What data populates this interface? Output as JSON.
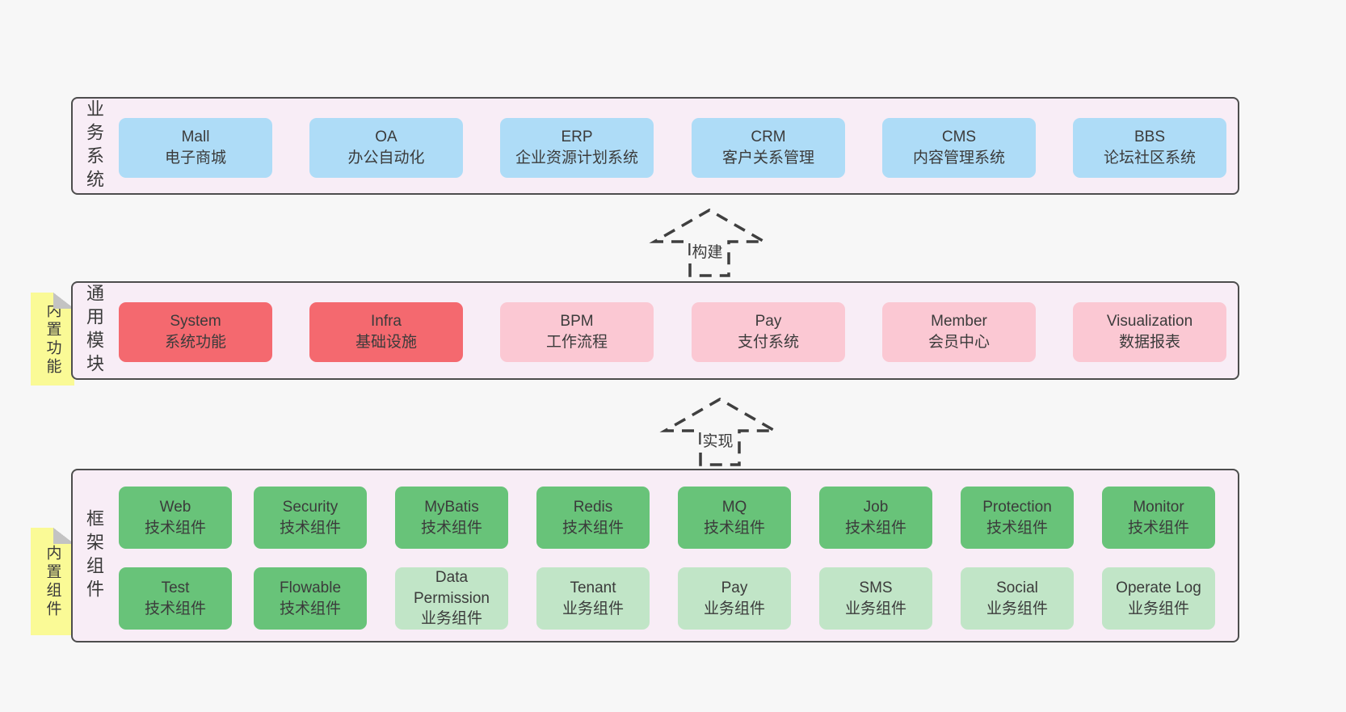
{
  "colors": {
    "page_background": "#f7f7f7",
    "container_background": "#f8edf6",
    "container_border": "#4d4d4d",
    "business_box": "#aedcf7",
    "core_module_box": "#f4696f",
    "optional_module_box": "#fbc8d3",
    "tech_component_box": "#68c379",
    "biz_component_box": "#c1e5c7",
    "sticky_note": "#fafa96",
    "arrow_stroke": "#3f3f3f"
  },
  "arrows": [
    {
      "label": "构建"
    },
    {
      "label": "实现"
    }
  ],
  "stickies": [
    {
      "label": "内置功能"
    },
    {
      "label": "内置组件"
    }
  ],
  "layers": [
    {
      "label": "业务系统",
      "boxes": [
        {
          "title": "Mall",
          "subtitle": "电子商城"
        },
        {
          "title": "OA",
          "subtitle": "办公自动化"
        },
        {
          "title": "ERP",
          "subtitle": "企业资源计划系统"
        },
        {
          "title": "CRM",
          "subtitle": "客户关系管理"
        },
        {
          "title": "CMS",
          "subtitle": "内容管理系统"
        },
        {
          "title": "BBS",
          "subtitle": "论坛社区系统"
        }
      ]
    },
    {
      "label": "通用模块",
      "boxes": [
        {
          "title": "System",
          "subtitle": "系统功能"
        },
        {
          "title": "Infra",
          "subtitle": "基础设施"
        },
        {
          "title": "BPM",
          "subtitle": "工作流程"
        },
        {
          "title": "Pay",
          "subtitle": "支付系统"
        },
        {
          "title": "Member",
          "subtitle": "会员中心"
        },
        {
          "title": "Visualization",
          "subtitle": "数据报表"
        }
      ]
    },
    {
      "label": "框架组件",
      "rows": [
        [
          {
            "title": "Web",
            "subtitle": "技术组件"
          },
          {
            "title": "Security",
            "subtitle": "技术组件"
          },
          {
            "title": "MyBatis",
            "subtitle": "技术组件"
          },
          {
            "title": "Redis",
            "subtitle": "技术组件"
          },
          {
            "title": "MQ",
            "subtitle": "技术组件"
          },
          {
            "title": "Job",
            "subtitle": "技术组件"
          },
          {
            "title": "Protection",
            "subtitle": "技术组件"
          },
          {
            "title": "Monitor",
            "subtitle": "技术组件"
          }
        ],
        [
          {
            "title": "Test",
            "subtitle": "技术组件"
          },
          {
            "title": "Flowable",
            "subtitle": "技术组件"
          },
          {
            "title": "Data Permission",
            "subtitle": "业务组件"
          },
          {
            "title": "Tenant",
            "subtitle": "业务组件"
          },
          {
            "title": "Pay",
            "subtitle": "业务组件"
          },
          {
            "title": "SMS",
            "subtitle": "业务组件"
          },
          {
            "title": "Social",
            "subtitle": "业务组件"
          },
          {
            "title": "Operate Log",
            "subtitle": "业务组件"
          }
        ]
      ]
    }
  ]
}
